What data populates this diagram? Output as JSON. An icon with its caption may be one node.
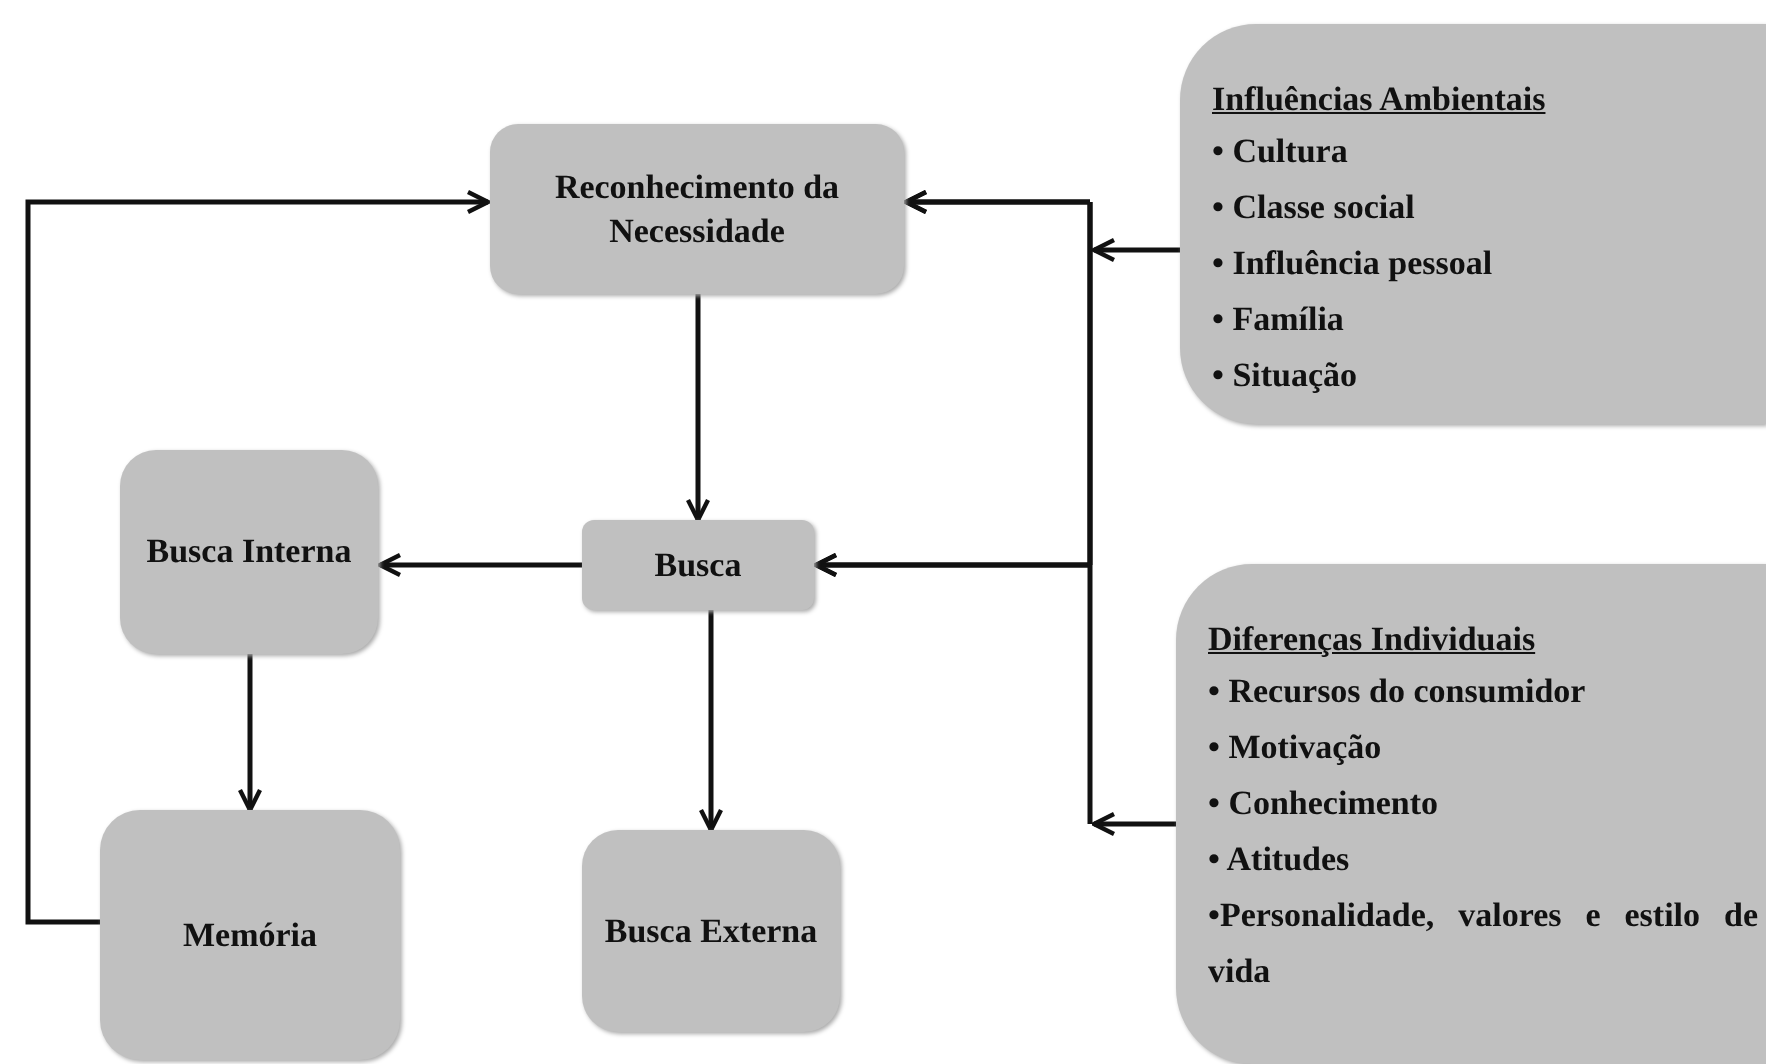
{
  "diagram": {
    "nodes": [
      {
        "text": [
          "Reconhecimento da Necessidade"
        ]
      },
      {
        "text": [
          "Busca"
        ]
      },
      {
        "text": [
          "Busca Interna"
        ]
      },
      {
        "text": [
          "Memória"
        ]
      },
      {
        "text": [
          "Busca Externa"
        ]
      },
      {
        "text": [
          "Influências Ambientais",
          "• Cultura",
          "• Classe social",
          "• Influência pessoal",
          "• Família",
          "• Situação"
        ]
      },
      {
        "text": [
          "Diferenças Individuais",
          "• Recursos do consumidor",
          "• Motivação",
          "• Conhecimento",
          "• Atitudes",
          "•Personalidade, valores e estilo de vida"
        ]
      }
    ],
    "edges": [
      {
        "from": 0,
        "to": 1,
        "arrow": "to"
      },
      {
        "from": 1,
        "to": 2,
        "arrow": "to"
      },
      {
        "from": 1,
        "to": 4,
        "arrow": "to"
      },
      {
        "from": 2,
        "to": 3,
        "arrow": "to"
      },
      {
        "from": 3,
        "to": 0,
        "arrow": "to"
      },
      {
        "from": 5,
        "to": 0,
        "arrow": "to"
      },
      {
        "from": 5,
        "to": 1,
        "arrow": "to"
      },
      {
        "from": 6,
        "to": 0,
        "arrow": "to"
      },
      {
        "from": 6,
        "to": 1,
        "arrow": "to"
      }
    ]
  }
}
